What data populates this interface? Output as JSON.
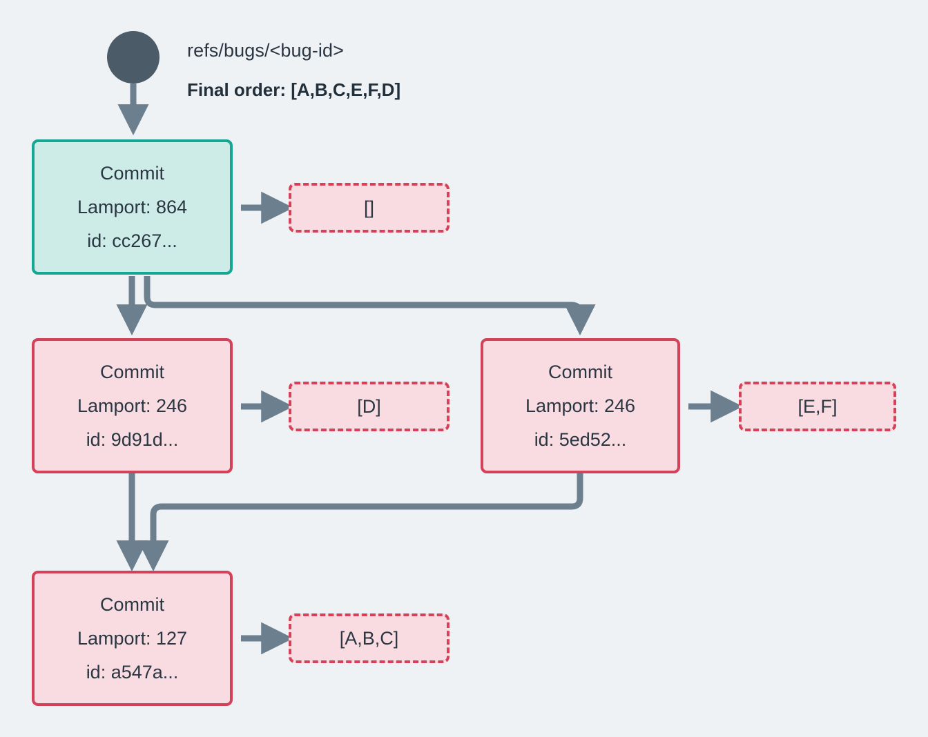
{
  "diagram": {
    "title": "refs/bugs/<bug-id>",
    "final_order": "Final order: [A,B,C,E,F,D]",
    "root_node_name": "ref-root-node",
    "colors": {
      "background": "#eff2f5",
      "root_dot": "#4b5b68",
      "edge": "#6b7f8e",
      "teal_border": "#13a794",
      "teal_fill": "#cdebe7",
      "red_border": "#d34258",
      "red_fill": "#f8dce1",
      "text": "#2a3642"
    },
    "commits": [
      {
        "id": "commit-cc267",
        "label": "Commit",
        "lamport": "Lamport: 864",
        "hash": "id: cc267...",
        "style": "teal",
        "payload": "[]"
      },
      {
        "id": "commit-9d91d",
        "label": "Commit",
        "lamport": "Lamport: 246",
        "hash": "id: 9d91d...",
        "style": "red",
        "payload": "[D]"
      },
      {
        "id": "commit-5ed52",
        "label": "Commit",
        "lamport": "Lamport: 246",
        "hash": "id: 5ed52...",
        "style": "red",
        "payload": "[E,F]"
      },
      {
        "id": "commit-a547a",
        "label": "Commit",
        "lamport": "Lamport: 127",
        "hash": "id: a547a...",
        "style": "red",
        "payload": "[A,B,C]"
      }
    ]
  }
}
